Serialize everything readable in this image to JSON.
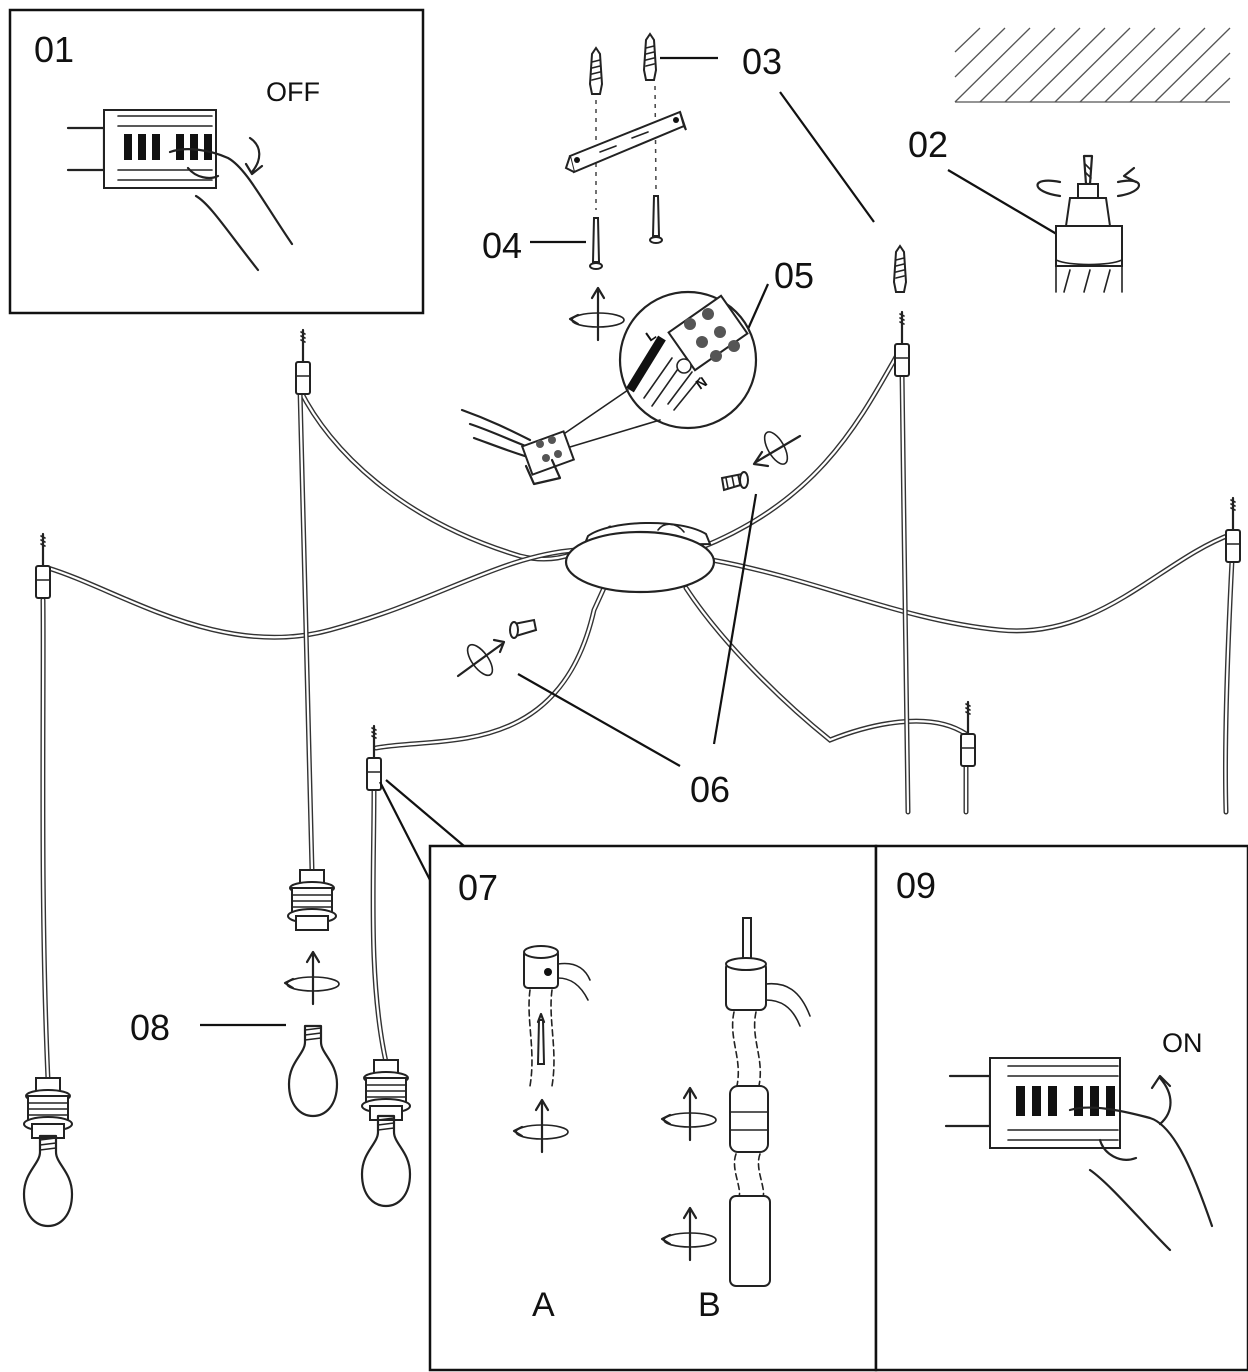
{
  "steps": {
    "s01": {
      "number": "01",
      "label": "OFF"
    },
    "s02": {
      "number": "02"
    },
    "s03": {
      "number": "03"
    },
    "s04": {
      "number": "04"
    },
    "s05": {
      "number": "05"
    },
    "s06": {
      "number": "06"
    },
    "s07": {
      "number": "07",
      "option_a": "A",
      "option_b": "B"
    },
    "s08": {
      "number": "08"
    },
    "s09": {
      "number": "09",
      "label": "ON"
    }
  },
  "icons": [
    "breaker-panel-icon",
    "hand-icon",
    "drill-icon",
    "wall-anchor-icon",
    "screw-icon",
    "mounting-bracket-icon",
    "terminal-block-icon",
    "canopy-icon",
    "cable-clamp-icon",
    "rotate-arrow-icon",
    "lamp-socket-icon",
    "light-bulb-icon"
  ],
  "colors": {
    "line": "#222222",
    "background": "#ffffff"
  }
}
